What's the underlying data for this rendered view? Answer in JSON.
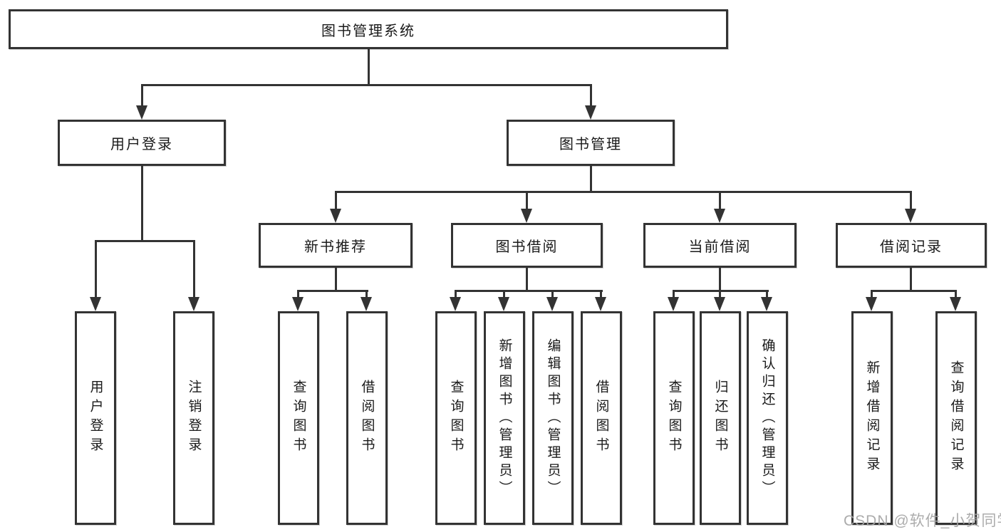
{
  "diagram": {
    "title": "图书管理系统",
    "tree": {
      "label": "图书管理系统",
      "children": [
        {
          "label": "用户登录",
          "children": [
            {
              "label": "用户登录"
            },
            {
              "label": "注销登录"
            }
          ]
        },
        {
          "label": "图书管理",
          "children": [
            {
              "label": "新书推荐",
              "children": [
                {
                  "label": "查询图书"
                },
                {
                  "label": "借阅图书"
                }
              ]
            },
            {
              "label": "图书借阅",
              "children": [
                {
                  "label": "查询图书"
                },
                {
                  "label": "新增图书（管理员）"
                },
                {
                  "label": "编辑图书（管理员）"
                },
                {
                  "label": "借阅图书"
                }
              ]
            },
            {
              "label": "当前借阅",
              "children": [
                {
                  "label": "查询图书"
                },
                {
                  "label": "归还图书"
                },
                {
                  "label": "确认归还（管理员）"
                }
              ]
            },
            {
              "label": "借阅记录",
              "children": [
                {
                  "label": "新增借阅记录"
                },
                {
                  "label": "查询借阅记录"
                }
              ]
            }
          ]
        }
      ]
    },
    "colors": {
      "line": "#333333",
      "box_border": "#333333",
      "background": "#ffffff",
      "watermark": "#a5a5a5"
    }
  },
  "watermark": {
    "text": "CSDN @软件_小贺同学"
  }
}
